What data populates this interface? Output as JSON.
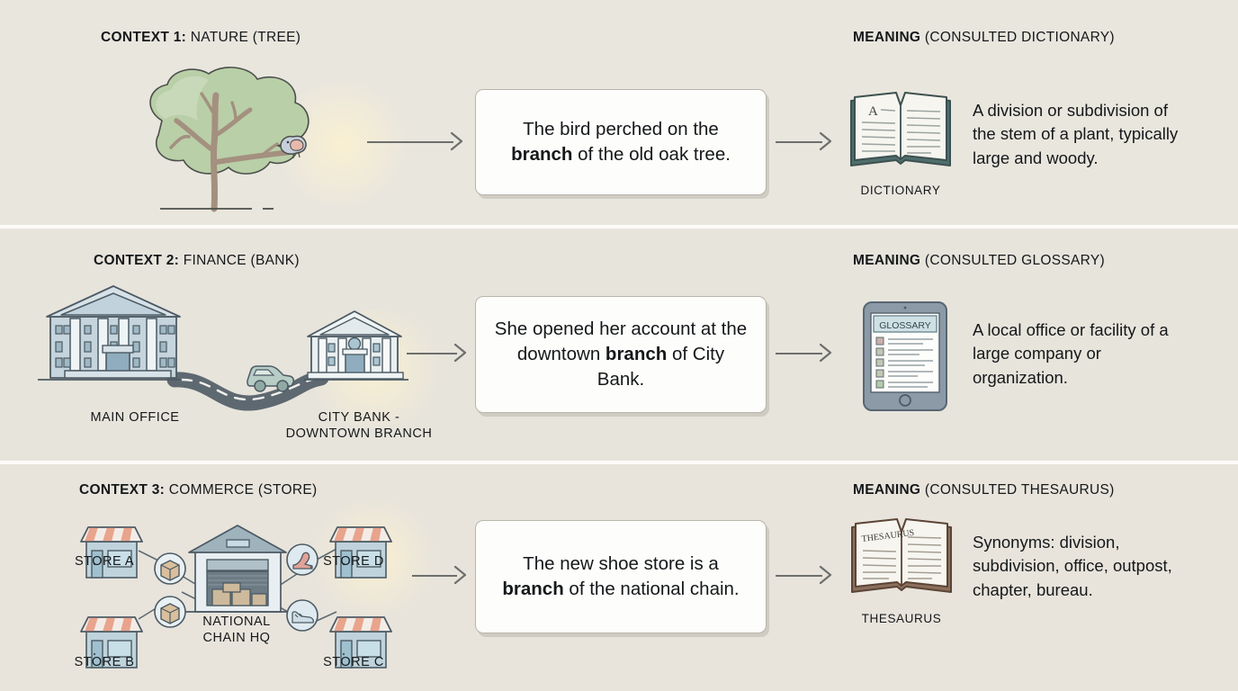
{
  "page": {
    "background": "#e9e5dd",
    "accent_green": "#9cb88f",
    "accent_blue": "#b8cdd8",
    "accent_orange": "#e8a48c",
    "line_color": "#6d6f6d"
  },
  "rows": [
    {
      "id": "context-1",
      "header": {
        "bold": "CONTEXT 1:",
        "rest": " NATURE (TREE)"
      },
      "meaning_header": {
        "bold": "MEANING",
        "rest": " (CONSULTED DICTIONARY)"
      },
      "illustration": {
        "name": "tree-with-bird",
        "caption": ""
      },
      "sentence": {
        "before": "The bird perched on the ",
        "keyword": "branch",
        "after": " of the old oak tree."
      },
      "reference": {
        "icon": "open-book-dictionary-icon",
        "label": "DICTIONARY",
        "page_letter": "A"
      },
      "definition": "A division or subdivision of the stem of a plant, typically large and woody."
    },
    {
      "id": "context-2",
      "header": {
        "bold": "CONTEXT 2:",
        "rest": " FINANCE (BANK)"
      },
      "meaning_header": {
        "bold": "MEANING",
        "rest": " (CONSULTED GLOSSARY)"
      },
      "illustration": {
        "name": "bank-buildings-with-road",
        "caption": ""
      },
      "labels": [
        "MAIN OFFICE",
        "CITY BANK -",
        "DOWNTOWN BRANCH"
      ],
      "sentence": {
        "before": "She opened her account at the downtown ",
        "keyword": "branch",
        "after": " of City Bank."
      },
      "reference": {
        "icon": "tablet-glossary-icon",
        "label": "",
        "screen_title": "GLOSSARY"
      },
      "definition": "A local office or facility of a large company or organization."
    },
    {
      "id": "context-3",
      "header": {
        "bold": "CONTEXT 3:",
        "rest": " COMMERCE (STORE)"
      },
      "meaning_header": {
        "bold": "MEANING",
        "rest": " (CONSULTED THESAURUS)"
      },
      "illustration": {
        "name": "chain-hq-with-stores",
        "caption": ""
      },
      "labels": [
        "STORE A",
        "STORE B",
        "STORE C",
        "STORE D",
        "NATIONAL",
        "CHAIN HQ"
      ],
      "node_icons": [
        "package-box-icon",
        "package-box-icon",
        "high-heel-shoe-icon",
        "sneaker-shoe-icon"
      ],
      "sentence": {
        "before": "The new shoe store is a ",
        "keyword": "branch",
        "after": " of the national chain."
      },
      "reference": {
        "icon": "open-book-thesaurus-icon",
        "label": "THESAURUS",
        "page_letter": "THESAURUS"
      },
      "definition": "Synonyms: division, subdivision, office, outpost, chapter, bureau."
    }
  ]
}
